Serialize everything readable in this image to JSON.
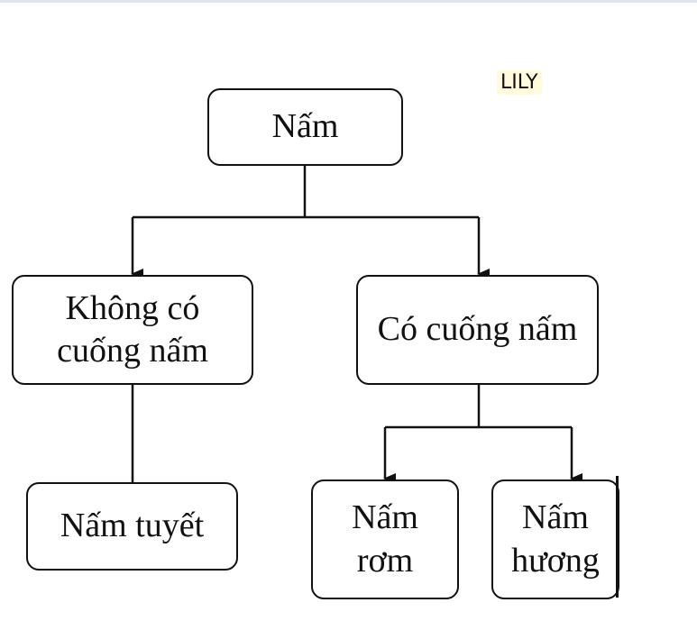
{
  "watermark": "LILY",
  "nodes": {
    "root": "Nấm",
    "left": {
      "line1": "Không có",
      "line2": "cuống nấm"
    },
    "right": "Có cuống nấm",
    "snow": "Nấm tuyết",
    "straw": {
      "line1": "Nấm",
      "line2": "rơm"
    },
    "shiitake": {
      "line1": "Nấm",
      "line2": "hương"
    }
  },
  "colors": {
    "stroke": "#111111",
    "tag_bg": "#fffbdc"
  }
}
